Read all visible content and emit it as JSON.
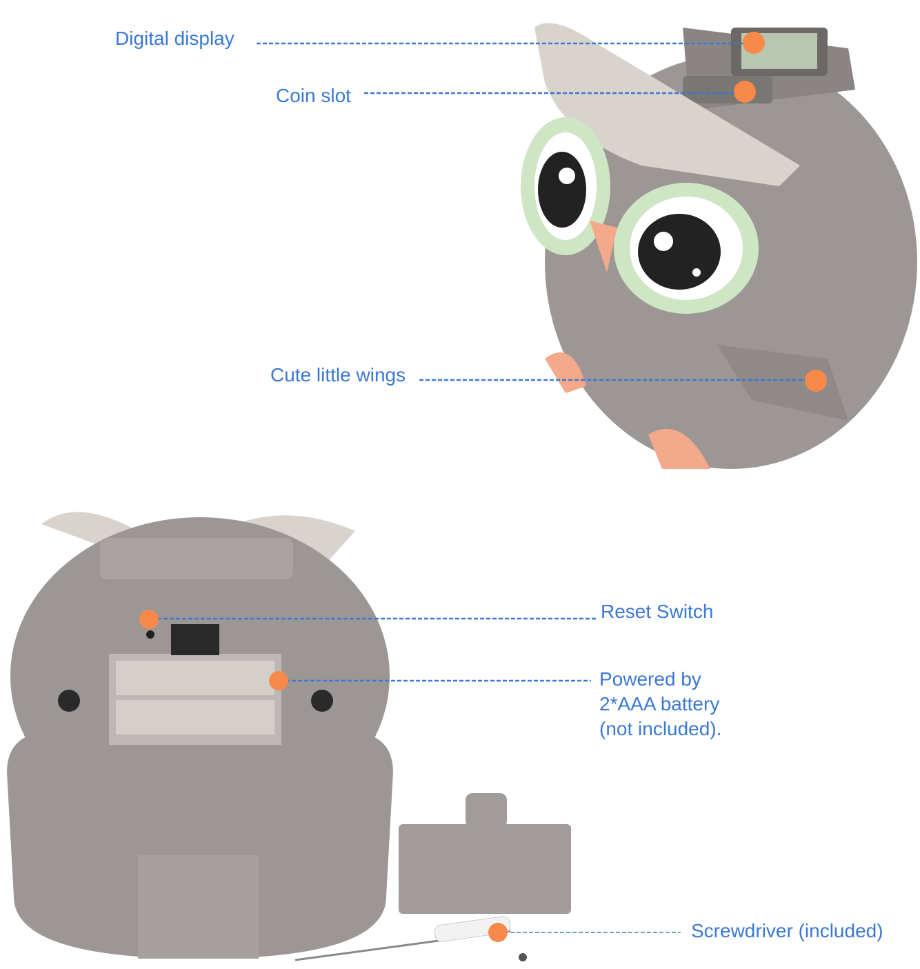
{
  "colors": {
    "label": "#3a78d4",
    "dot": "#f7894a",
    "body": "#9c9794",
    "ear": "#d9d3ce",
    "glasses": "#cfe6c5",
    "feet": "#f3a98a"
  },
  "callouts": {
    "digital_display": "Digital display",
    "coin_slot": "Coin slot",
    "wings": "Cute little wings",
    "reset_switch": "Reset Switch",
    "battery": "Powered by\n2*AAA battery\n(not included).",
    "screwdriver": "Screwdriver (included)"
  }
}
